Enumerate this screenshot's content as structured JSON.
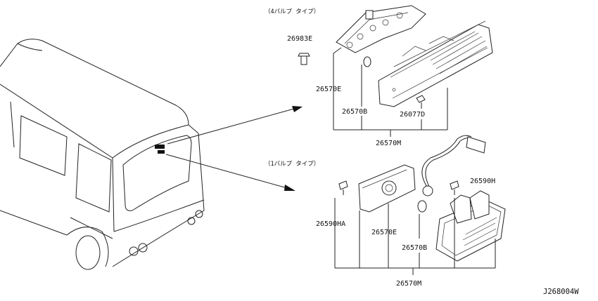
{
  "diagram": {
    "section_top": {
      "header": "（4バルブ タイプ）"
    },
    "section_bottom": {
      "header": "（1バルブ タイプ）"
    },
    "labels": {
      "p26983E": "26983E",
      "p26570E_top": "26570E",
      "p26570B_top": "26570B",
      "p26077D": "26077D",
      "p26570M_top": "26570M",
      "p26590H": "26590H",
      "p26590HA": "26590HA",
      "p26570E_bottom": "26570E",
      "p26570B_bottom": "26570B",
      "p26570M_bottom": "26570M"
    },
    "figure_code": "J268004W"
  }
}
